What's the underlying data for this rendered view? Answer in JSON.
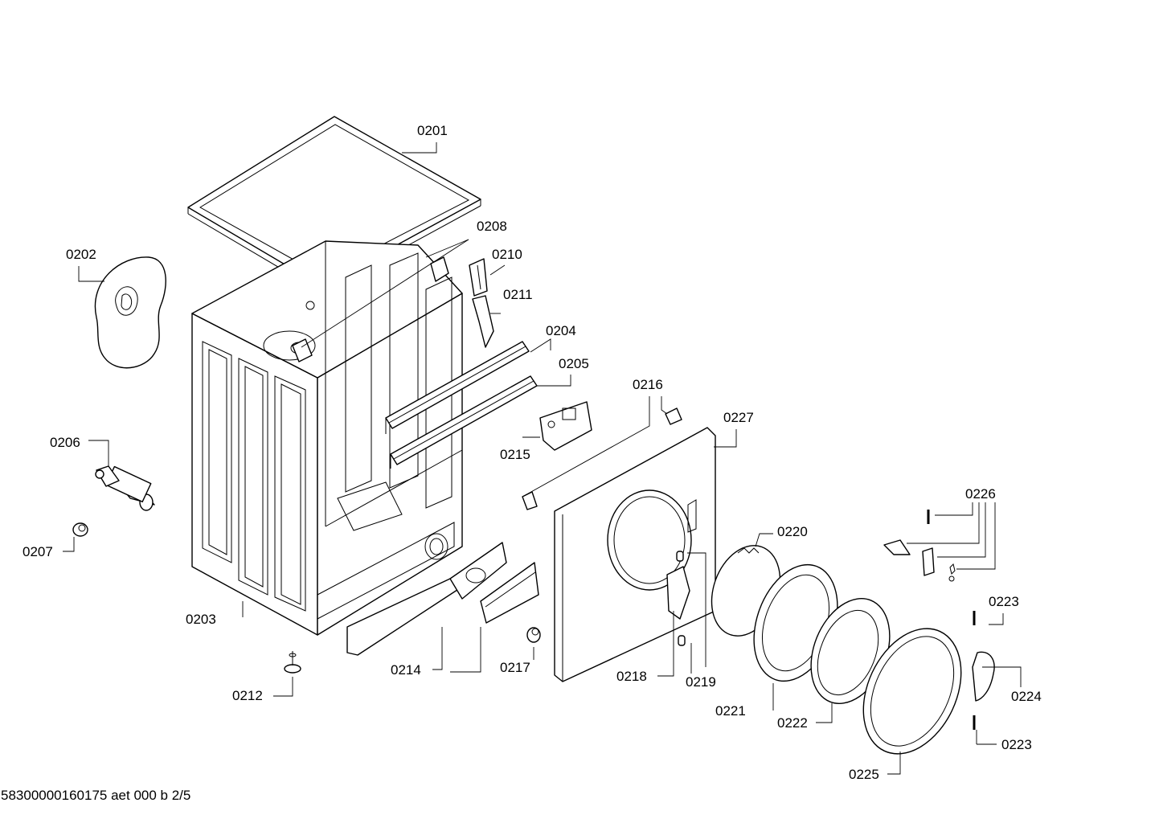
{
  "labels": {
    "p0201": "0201",
    "p0202": "0202",
    "p0203": "0203",
    "p0204": "0204",
    "p0205": "0205",
    "p0206": "0206",
    "p0207": "0207",
    "p0208": "0208",
    "p0210": "0210",
    "p0211": "0211",
    "p0212": "0212",
    "p0214": "0214",
    "p0215": "0215",
    "p0216": "0216",
    "p0217": "0217",
    "p0218": "0218",
    "p0219": "0219",
    "p0220": "0220",
    "p0221": "0221",
    "p0222": "0222",
    "p0223a": "0223",
    "p0223b": "0223",
    "p0224": "0224",
    "p0225": "0225",
    "p0226": "0226",
    "p0227": "0227"
  },
  "footer": {
    "doc_id": "58300000160175 aet 000 b 2/5"
  }
}
